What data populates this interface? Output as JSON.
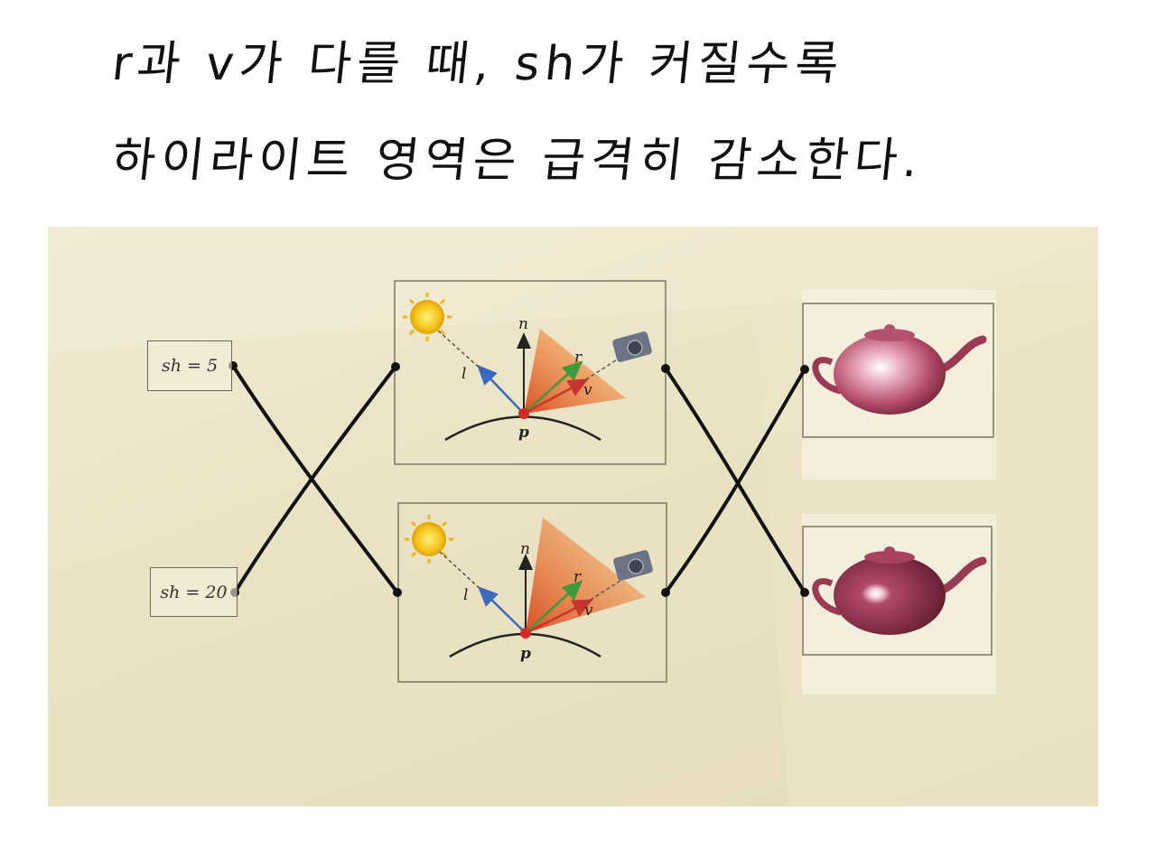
{
  "handwritten_note": {
    "line1": "r과 v가 다를 때, sh가 커질수록",
    "line2": "하이라이트 영역은 급격히 감소한다."
  },
  "diagram": {
    "shininess_labels": [
      "sh = 5",
      "sh = 20"
    ],
    "vector_labels": {
      "normal": "n",
      "light": "l",
      "reflection": "r",
      "view": "v",
      "point": "p"
    },
    "matching_lines": [
      {
        "from": "sh = 5",
        "to": "diagram-2"
      },
      {
        "from": "sh = 20",
        "to": "diagram-1"
      },
      {
        "from": "diagram-1",
        "to": "teapot-2"
      },
      {
        "from": "diagram-2",
        "to": "teapot-1"
      }
    ],
    "colors": {
      "paper": "#ece3c6",
      "teapot": "#a8425c",
      "light_vector": "#3a6bbd",
      "reflection_vector": "#3c9a3c",
      "view_vector": "#c7352d",
      "point": "#d22a2a"
    }
  }
}
